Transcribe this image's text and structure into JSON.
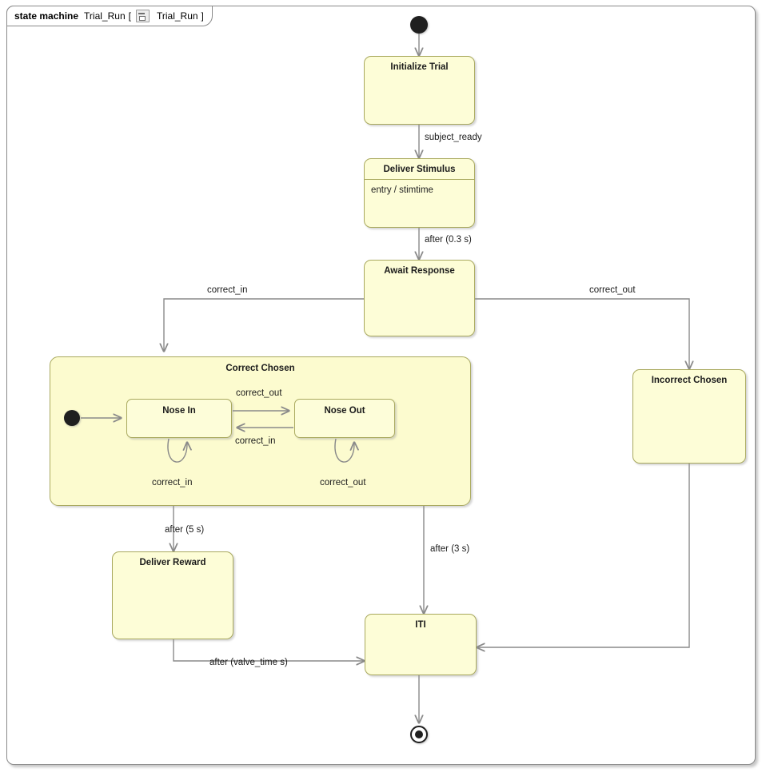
{
  "frame": {
    "keyword": "state machine",
    "name": "Trial_Run",
    "bracket_open": "[",
    "icon": "state-machine-icon",
    "qualified_name": "Trial_Run",
    "bracket_close": "]"
  },
  "diagram": {
    "type": "uml-state-machine",
    "colors": {
      "state_fill": "#fdfdd7",
      "composite_fill": "#fcfbcf",
      "state_border": "#a9a95e",
      "wire": "#8a8a8a",
      "frame_border": "#8a8a8a",
      "canvas": "#ffffff",
      "pseudostate": "#1f1f1f"
    }
  },
  "nodes": {
    "initial": {
      "kind": "initial-pseudostate"
    },
    "initialize_trial": {
      "label": "Initialize Trial"
    },
    "deliver_stimulus": {
      "label": "Deliver Stimulus",
      "entry": "entry / stimtime"
    },
    "await_response": {
      "label": "Await Response"
    },
    "correct_chosen": {
      "label": "Correct Chosen"
    },
    "correct_chosen_initial": {
      "kind": "initial-pseudostate"
    },
    "nose_in": {
      "label": "Nose In"
    },
    "nose_out": {
      "label": "Nose Out"
    },
    "incorrect_chosen": {
      "label": "Incorrect Chosen"
    },
    "deliver_reward": {
      "label": "Deliver Reward"
    },
    "iti": {
      "label": "ITI"
    },
    "final": {
      "kind": "final-state"
    }
  },
  "transitions": [
    {
      "id": "t1",
      "from": "initial",
      "to": "initialize_trial",
      "label": ""
    },
    {
      "id": "t2",
      "from": "initialize_trial",
      "to": "deliver_stimulus",
      "label": "subject_ready"
    },
    {
      "id": "t3",
      "from": "deliver_stimulus",
      "to": "await_response",
      "label": "after (0.3 s)"
    },
    {
      "id": "t4",
      "from": "await_response",
      "to": "correct_chosen",
      "label": "correct_in"
    },
    {
      "id": "t5",
      "from": "await_response",
      "to": "incorrect_chosen",
      "label": "correct_out"
    },
    {
      "id": "t6",
      "from": "correct_chosen_initial",
      "to": "nose_in",
      "label": ""
    },
    {
      "id": "t7",
      "from": "nose_in",
      "to": "nose_out",
      "label": "correct_out"
    },
    {
      "id": "t8",
      "from": "nose_out",
      "to": "nose_in",
      "label": "correct_in"
    },
    {
      "id": "t9",
      "from": "nose_in",
      "to": "nose_in",
      "label": "correct_in"
    },
    {
      "id": "t10",
      "from": "nose_out",
      "to": "nose_out",
      "label": "correct_out"
    },
    {
      "id": "t11",
      "from": "correct_chosen",
      "to": "deliver_reward",
      "label": "after (5 s)"
    },
    {
      "id": "t12",
      "from": "nose_out",
      "to": "iti",
      "label": "after (3 s)"
    },
    {
      "id": "t13",
      "from": "deliver_reward",
      "to": "iti",
      "label": "after (valve_time s)"
    },
    {
      "id": "t14",
      "from": "incorrect_chosen",
      "to": "iti",
      "label": ""
    },
    {
      "id": "t15",
      "from": "iti",
      "to": "final",
      "label": ""
    }
  ],
  "labels": {
    "subject_ready": "subject_ready",
    "after_03s": "after (0.3 s)",
    "correct_in_left": "correct_in",
    "correct_out_right": "correct_out",
    "correct_out_mid": "correct_out",
    "correct_in_mid": "correct_in",
    "correct_in_loop": "correct_in",
    "correct_out_loop": "correct_out",
    "after_5s": "after (5 s)",
    "after_3s": "after (3 s)",
    "after_valve": "after (valve_time s)"
  }
}
